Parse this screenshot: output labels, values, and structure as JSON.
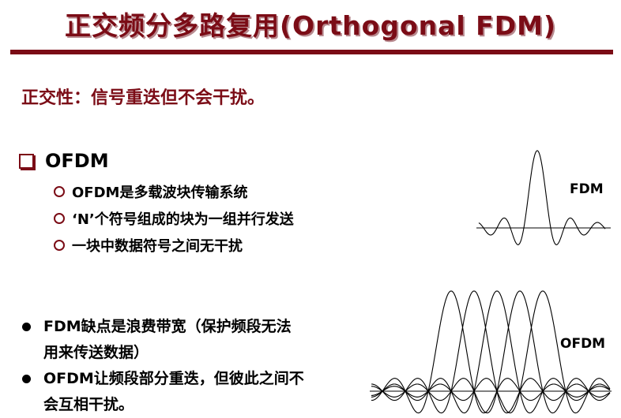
{
  "title": "正交频分多路复用(Orthogonal FDM)",
  "subtitle": "正交性：信号重迭但不会干扰。",
  "section": {
    "label": "OFDM",
    "items": [
      "OFDM是多载波块传输系统",
      "‘N’个符号组成的块为一组并行发送",
      "一块中数据符号之间无干扰"
    ]
  },
  "bullets": [
    "FDM缺点是浪费带宽（保护频段无法用来传送数据）",
    "OFDM让频段部分重迭，但彼此之间不会互相干扰。"
  ],
  "figures": {
    "fdm_label": "FDM",
    "ofdm_label": "OFDM"
  },
  "colors": {
    "accent": "#7b0c16"
  }
}
